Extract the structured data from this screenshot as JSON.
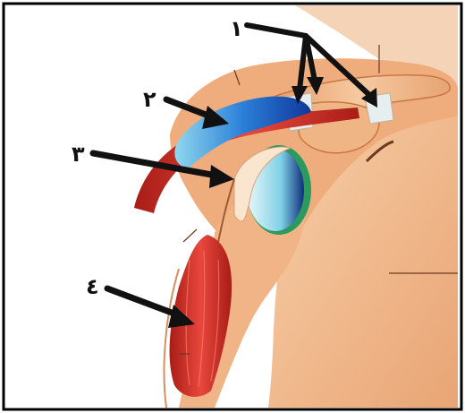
{
  "labels": {
    "one": "١",
    "two": "٢",
    "three": "٣",
    "four": "٤"
  },
  "colors": {
    "skin": "#f2b98c",
    "skin_dark": "#d98e5c",
    "muscle": "#d8322a",
    "muscle_dark": "#a01e18",
    "cartilage": "#2a8fd6",
    "cartilage_light": "#9fe0f0",
    "bursa": "#1d7bd1",
    "frame": "#000000",
    "arrow": "#111111"
  }
}
